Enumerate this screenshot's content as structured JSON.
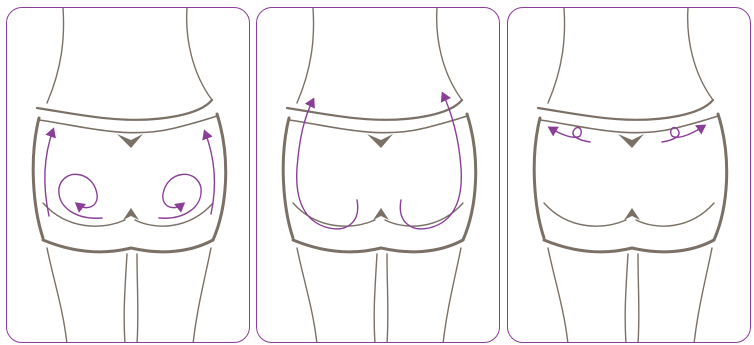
{
  "colors": {
    "frame": "#8a3e97",
    "ink": "#7a7066",
    "accent": "#8a3e97"
  },
  "panels": [
    {
      "id": "panel-1",
      "arrow_style": "inward-circular-spirals"
    },
    {
      "id": "panel-2",
      "arrow_style": "upward-lift-strokes"
    },
    {
      "id": "panel-3",
      "arrow_style": "small-outward-loops"
    }
  ]
}
